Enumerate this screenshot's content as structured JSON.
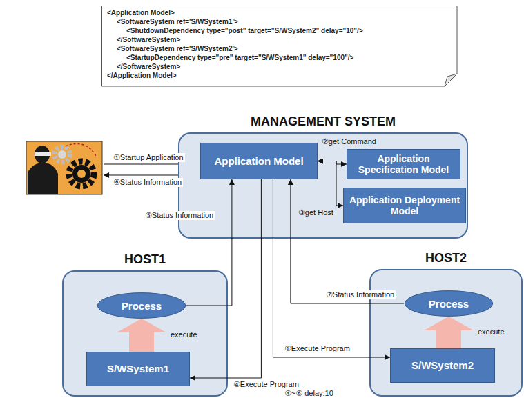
{
  "diagram": {
    "nodes": [
      {
        "text": [
          "<Application Model>",
          "<SoftwareSystem  ref='S/WSystem1'>",
          "<ShutdownDependency type=\"post\" target=\"S/WSystem2\" delay=\"10\"/>",
          "</SoftwareSystem>",
          "<SoftwareSystem ref='S/WSystem2'>",
          "<StartupDependency type=\"pre\" target=\"S/WSystem1\" delay=\"100\"/>",
          "</SoftwareSystem>",
          "</Application Model>"
        ]
      },
      {
        "text": [
          "MANAGEMENT SYSTEM"
        ]
      },
      {
        "text": [
          "Application Model"
        ],
        "in": 1
      },
      {
        "text": [
          "Application Specification Model"
        ],
        "in": 1
      },
      {
        "text": [
          "Application Deployment Model"
        ],
        "in": 1
      },
      {
        "text": [
          "HOST1"
        ]
      },
      {
        "text": [
          "Process"
        ],
        "in": 5
      },
      {
        "text": [
          "S/WSystem1"
        ],
        "in": 5
      },
      {
        "text": [
          "HOST2"
        ]
      },
      {
        "text": [
          "Process"
        ],
        "in": 8
      },
      {
        "text": [
          "S/WSystem2"
        ],
        "in": 8
      }
    ],
    "edges": [
      {
        "from": 2,
        "to": 3,
        "label": "②get Command",
        "arrow": "both"
      },
      {
        "from": 2,
        "to": 4,
        "label": "③get Host",
        "arrow": "both"
      },
      {
        "from": 6,
        "to": 2,
        "label": "⑤Status Information",
        "arrow": "to"
      },
      {
        "from": 2,
        "to": 7,
        "label": "④Execute Program",
        "arrow": "to"
      },
      {
        "from": 2,
        "to": 10,
        "label": "⑥Execute Program",
        "arrow": "to"
      },
      {
        "from": 9,
        "to": 2,
        "label": "⑦Status Information",
        "arrow": "to"
      },
      {
        "from": 7,
        "to": 6,
        "label": "execute",
        "arrow": "to"
      },
      {
        "from": 10,
        "to": 9,
        "label": "execute",
        "arrow": "to"
      }
    ],
    "labels": [
      "①Startup Application",
      "⑧Status Information",
      "④~⑥ delay:10"
    ]
  }
}
